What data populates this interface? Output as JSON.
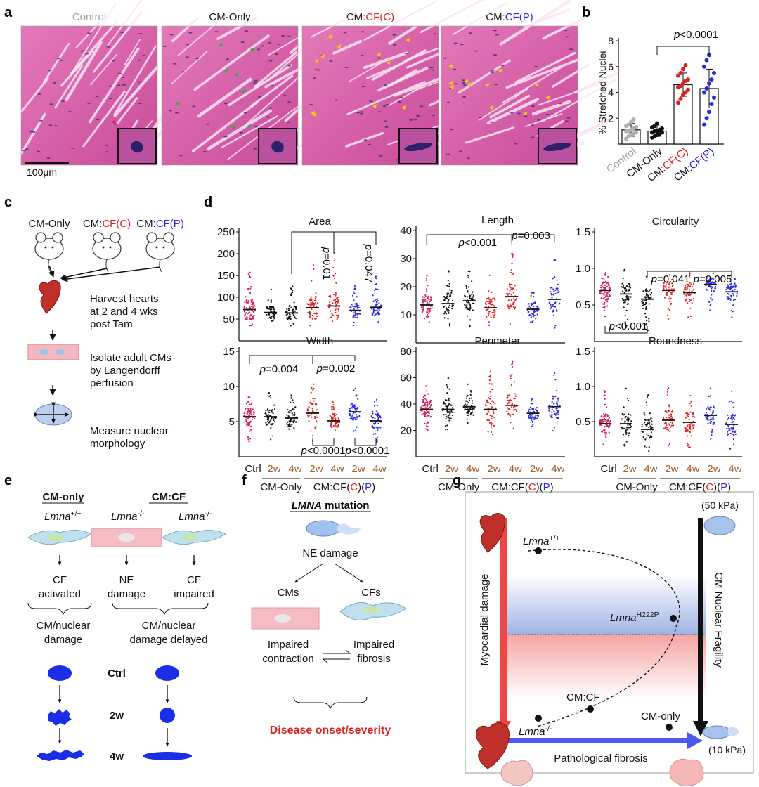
{
  "colors": {
    "black": "#111111",
    "red": "#e02020",
    "blue": "#2a2ae0",
    "gray": "#a0a0a0",
    "brown": "#a0602a",
    "he_pink": "#d64fa0",
    "arrow_red": "#f04545",
    "arrow_blue": "#4a5aef"
  },
  "panel_a": {
    "label": "a",
    "images": [
      {
        "title_parts": [
          {
            "text": "Control",
            "color": "gray"
          }
        ]
      },
      {
        "title_parts": [
          {
            "text": "CM-Only",
            "color": "black"
          }
        ]
      },
      {
        "title_parts": [
          {
            "text": "CM:",
            "color": "black"
          },
          {
            "text": "CF(C)",
            "color": "red"
          }
        ]
      },
      {
        "title_parts": [
          {
            "text": "CM:",
            "color": "black"
          },
          {
            "text": "CF(P)",
            "color": "blue"
          }
        ]
      }
    ],
    "scale_bar": "100μm"
  },
  "panel_b": {
    "label": "b",
    "chart_data": {
      "type": "bar",
      "ylabel": "% Stretched Nuclei",
      "ylim": [
        0,
        8
      ],
      "yticks": [
        2,
        4,
        6,
        8
      ],
      "categories": [
        {
          "parts": [
            {
              "text": "Control",
              "color": "gray"
            }
          ]
        },
        {
          "parts": [
            {
              "text": "CM-Only",
              "color": "black"
            }
          ]
        },
        {
          "parts": [
            {
              "text": "CM:",
              "color": "black"
            },
            {
              "text": "CF(C)",
              "color": "red"
            }
          ]
        },
        {
          "parts": [
            {
              "text": "CM:",
              "color": "black"
            },
            {
              "text": "CF(P)",
              "color": "blue"
            }
          ]
        }
      ],
      "means": [
        1.1,
        1.0,
        4.6,
        4.3
      ],
      "sd": [
        0.5,
        0.4,
        0.9,
        1.5
      ],
      "points": [
        [
          0.4,
          0.6,
          0.7,
          0.8,
          0.9,
          1.0,
          1.0,
          1.1,
          1.2,
          1.3,
          1.4,
          1.5,
          1.7,
          1.9
        ],
        [
          0.5,
          0.6,
          0.7,
          0.8,
          0.9,
          0.9,
          1.0,
          1.0,
          1.1,
          1.2,
          1.3,
          1.4,
          1.6
        ],
        [
          3.2,
          3.5,
          3.8,
          4.0,
          4.2,
          4.4,
          4.5,
          4.7,
          4.9,
          5.0,
          5.3,
          5.5,
          5.8,
          6.1
        ],
        [
          1.5,
          2.0,
          2.5,
          3.1,
          3.6,
          4.0,
          4.3,
          4.7,
          5.0,
          5.5,
          6.0,
          6.5,
          6.9
        ]
      ],
      "annotation": "p<0.0001"
    }
  },
  "panel_c": {
    "label": "c",
    "mice": [
      {
        "parts": [
          {
            "text": "CM-Only",
            "color": "black"
          }
        ]
      },
      {
        "parts": [
          {
            "text": "CM:",
            "color": "black"
          },
          {
            "text": "CF(C)",
            "color": "red"
          }
        ]
      },
      {
        "parts": [
          {
            "text": "CM:",
            "color": "black"
          },
          {
            "text": "CF(P)",
            "color": "blue"
          }
        ]
      }
    ],
    "steps": [
      [
        "Harvest hearts",
        "at 2 and 4 wks",
        "post Tam"
      ],
      [
        "Isolate adult CMs",
        "by Langendorff",
        "perfusion"
      ],
      [
        "Measure nuclear",
        "morphology"
      ]
    ]
  },
  "panel_d": {
    "label": "d",
    "group_colors": [
      "#d11f5c",
      "black",
      "black",
      "red",
      "red",
      "blue",
      "blue"
    ],
    "xticks": [
      {
        "text": "Ctrl",
        "color": "black"
      },
      {
        "text": "2w",
        "color": "brown"
      },
      {
        "text": "4w",
        "color": "brown"
      },
      {
        "text": "2w",
        "color": "brown"
      },
      {
        "text": "4w",
        "color": "brown"
      },
      {
        "text": "2w",
        "color": "brown"
      },
      {
        "text": "4w",
        "color": "brown"
      }
    ],
    "group_label_cm_only": "CM-Only",
    "group_label_cf_parts": [
      {
        "text": "CM:CF(",
        "color": "black"
      },
      {
        "text": "C",
        "color": "red"
      },
      {
        "text": ")(",
        "color": "black"
      },
      {
        "text": "P",
        "color": "blue"
      },
      {
        "text": ")",
        "color": "black"
      }
    ],
    "chart_data": [
      {
        "type": "scatter",
        "title": "Area",
        "ylim": [
          0,
          250
        ],
        "yticks": [
          50,
          100,
          150,
          200,
          250
        ],
        "means": [
          72,
          65,
          64,
          76,
          80,
          70,
          77
        ],
        "lo": [
          35,
          40,
          35,
          30,
          30,
          35,
          40
        ],
        "hi": [
          170,
          120,
          125,
          180,
          205,
          130,
          150
        ],
        "annotations": [
          {
            "text": "p=0.01"
          },
          {
            "text": "p=0.047"
          }
        ]
      },
      {
        "type": "scatter",
        "title": "Length",
        "ylim": [
          0,
          40
        ],
        "yticks": [
          10,
          20,
          30,
          40
        ],
        "means": [
          13.5,
          14,
          15,
          12.5,
          16.5,
          12,
          15.5
        ],
        "lo": [
          6,
          6,
          6,
          5,
          6,
          6,
          5
        ],
        "hi": [
          24,
          27,
          26,
          25,
          33,
          20,
          30
        ],
        "annotations": [
          {
            "text": "p<0.001"
          },
          {
            "text": "p=0.003"
          }
        ]
      },
      {
        "type": "scatter",
        "title": "Circularity",
        "ylim": [
          0,
          1.5
        ],
        "yticks": [
          0.5,
          1.0,
          1.5
        ],
        "means": [
          0.7,
          0.65,
          0.58,
          0.7,
          0.67,
          0.78,
          0.68
        ],
        "lo": [
          0.25,
          0.15,
          0.15,
          0.3,
          0.2,
          0.4,
          0.25
        ],
        "hi": [
          0.95,
          1.0,
          0.95,
          0.95,
          0.95,
          0.95,
          0.92
        ],
        "annotations": [
          {
            "text": "p=0.041"
          },
          {
            "text": "p=0.005"
          },
          {
            "text": "p<0.001"
          }
        ]
      },
      {
        "type": "scatter",
        "title": "Width",
        "ylim": [
          0,
          15
        ],
        "yticks": [
          5,
          10,
          15
        ],
        "means": [
          5.7,
          5.7,
          5.5,
          6.2,
          5.1,
          6.4,
          5.1
        ],
        "lo": [
          2,
          2,
          2,
          2,
          2.5,
          3,
          2
        ],
        "hi": [
          9,
          9.5,
          9.5,
          10.5,
          8,
          10,
          8.5
        ],
        "annotations": [
          {
            "text": "p=0.004"
          },
          {
            "text": "p=0.002"
          },
          {
            "text": "p<0.0001"
          },
          {
            "text": "p<0.0001"
          }
        ]
      },
      {
        "type": "scatter",
        "title": "Perimeter",
        "ylim": [
          0,
          80
        ],
        "yticks": [
          20,
          40,
          60,
          80
        ],
        "means": [
          36,
          36,
          38,
          36,
          39,
          33,
          38
        ],
        "lo": [
          18,
          20,
          22,
          15,
          20,
          22,
          18
        ],
        "hi": [
          55,
          62,
          60,
          70,
          75,
          48,
          68
        ],
        "annotations": []
      },
      {
        "type": "scatter",
        "title": "Roundness",
        "ylim": [
          0,
          1.5
        ],
        "yticks": [
          0.5,
          1.0,
          1.5
        ],
        "means": [
          0.47,
          0.47,
          0.39,
          0.52,
          0.49,
          0.59,
          0.46
        ],
        "lo": [
          0.15,
          0.08,
          0.08,
          0.15,
          0.12,
          0.25,
          0.1
        ],
        "hi": [
          0.95,
          0.98,
          0.92,
          0.98,
          0.95,
          0.98,
          0.98
        ],
        "annotations": []
      }
    ]
  },
  "panel_e": {
    "label": "e",
    "head_cm_only": "CM-only",
    "head_cm_cf": "CM:CF",
    "genotypes": [
      [
        "Lmna",
        "+/+"
      ],
      [
        "Lmna",
        "-/-"
      ],
      [
        "Lmna",
        "-/-"
      ]
    ],
    "outcomes": [
      [
        "CF",
        "activated"
      ],
      [
        "NE",
        "damage"
      ],
      [
        "CF",
        "impaired"
      ]
    ],
    "summary_left": [
      "CM/nuclear",
      "damage"
    ],
    "summary_right": [
      "CM/nuclear",
      "damage delayed"
    ],
    "timepoints": [
      "Ctrl",
      "2w",
      "4w"
    ]
  },
  "panel_f": {
    "label": "f",
    "title_gene": "LMNA",
    "title_rest": " mutation",
    "ne_damage": "NE damage",
    "cms": "CMs",
    "cfs": "CFs",
    "left_outcome": [
      "Impaired",
      "contraction"
    ],
    "right_outcome": [
      "Impaired",
      "fibrosis"
    ],
    "bottom": "Disease onset/severity"
  },
  "panel_g": {
    "label": "g",
    "y_axis_left": "Myocardial damage",
    "y_axis_right": "CM Nuclear Fragility",
    "x_axis": "Pathological fibrosis",
    "top_right": "(50 kPa)",
    "bottom_right": "(10 kPa)",
    "labels": {
      "wt": [
        "Lmna",
        "+/+"
      ],
      "h222p": [
        "Lmna",
        "H222P"
      ],
      "cmcf": "CM:CF",
      "ko": [
        "Lmna",
        "-/-"
      ],
      "cmonly": "CM-only"
    }
  }
}
